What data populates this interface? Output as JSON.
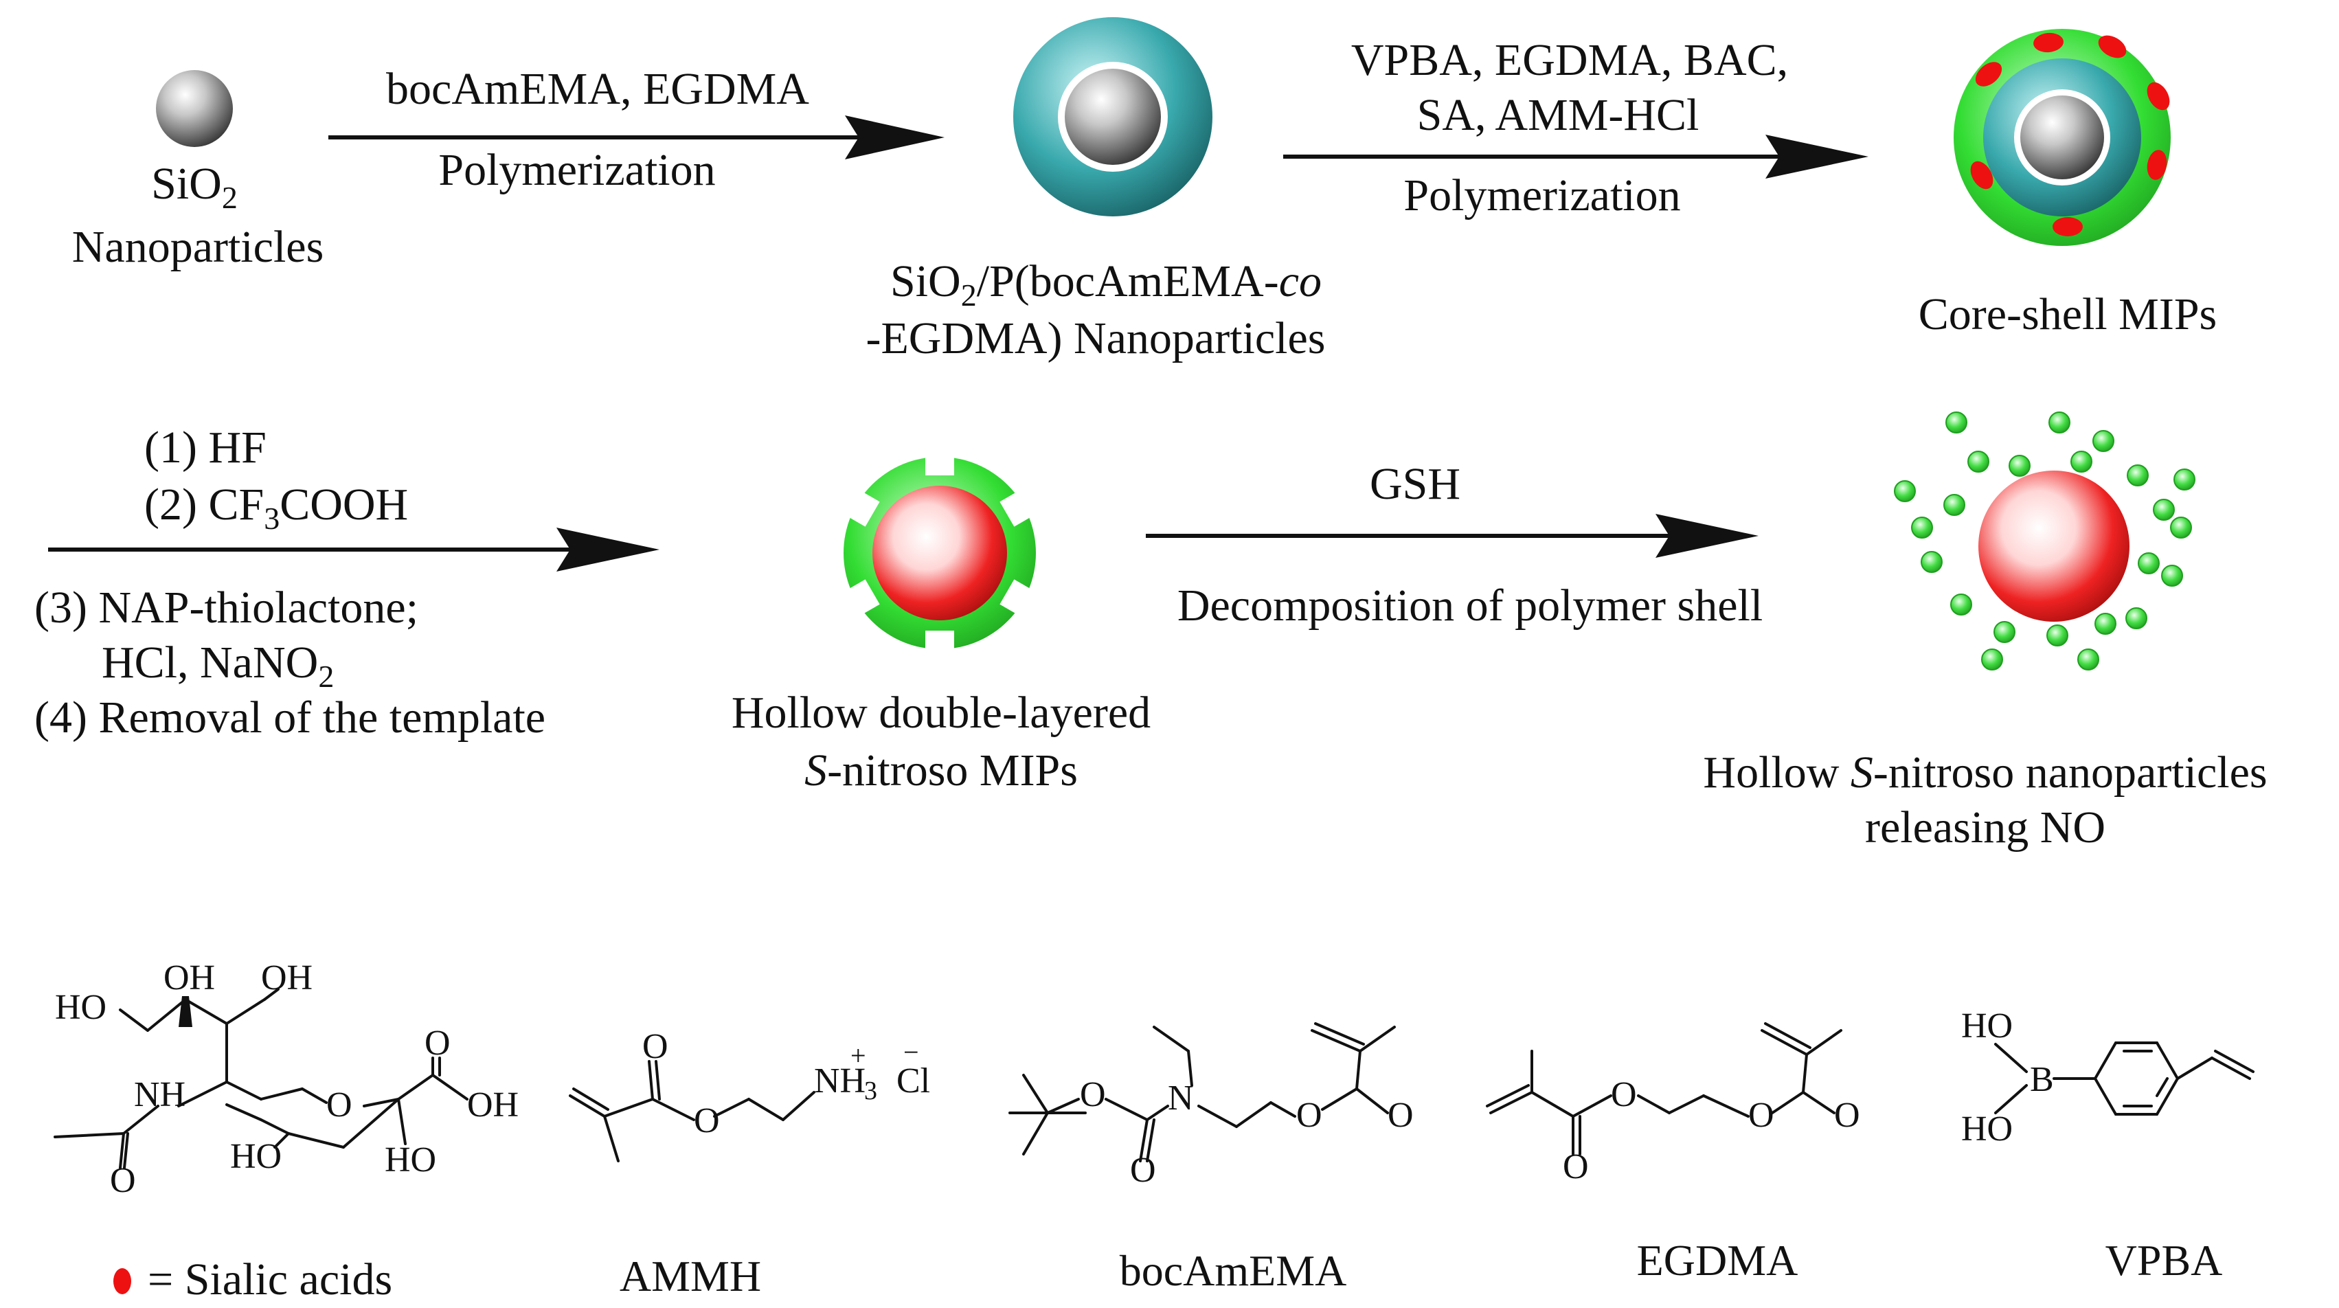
{
  "colors": {
    "silica_core": "#8a8a8a",
    "primary_shell": "#2f9ea3",
    "imprinted_shell": "#33dd33",
    "sialic_acid_marker": "#ee1111",
    "hollow_core_red": "#ee2222",
    "no_dots": "#33cc33"
  },
  "step1": {
    "start_label_prefix": "SiO",
    "start_label_sub": "2",
    "start_label_line2": "Nanoparticles",
    "reagents": "bocAmEMA, EGDMA",
    "process": "Polymerization"
  },
  "step2": {
    "product_line1_a": "SiO",
    "product_line1_sub": "2",
    "product_line1_b": "/P(bocAmEMA-",
    "product_line1_italic": "co",
    "product_line2": "-EGDMA) Nanoparticles",
    "reagents_line1": "VPBA, EGDMA, BAC,",
    "reagents_line2": "SA, AMM-HCl",
    "process": "Polymerization"
  },
  "step3": {
    "product": "Core-shell MIPs",
    "cond1": "(1) HF",
    "cond2_a": "(2) CF",
    "cond2_sub": "3",
    "cond2_b": "COOH",
    "cond3": "(3) NAP-thiolactone;",
    "cond3b_a": "HCl, NaNO",
    "cond3b_sub": "2",
    "cond4": "(4) Removal of the template"
  },
  "step4": {
    "product_line1": "Hollow double-layered",
    "product_line2_italic": "S",
    "product_line2_rest": "-nitroso MIPs",
    "reagent": "GSH",
    "process": "Decomposition of polymer shell"
  },
  "step5": {
    "product_line1_a": "Hollow ",
    "product_line1_italic": "S",
    "product_line1_b": "-nitroso nanoparticles",
    "product_line2": "releasing NO"
  },
  "legend": {
    "symbol_text": "= Sialic acids"
  },
  "structures": {
    "sialic": {
      "oh1": "HO",
      "oh2": "OH",
      "oh3": "OH",
      "nh": "NH",
      "ring_o": "O",
      "carbonyl_o": "O",
      "cooh_o": "O",
      "cooh_oh": "OH",
      "ho4": "HO",
      "ho5": "HO",
      "amide_o": "O"
    },
    "ammh": {
      "name": "AMMH",
      "o_carbonyl": "O",
      "o_ester": "O",
      "nh": "NH",
      "nh_sub": "3",
      "plus": "+",
      "cl": "Cl",
      "minus": "−"
    },
    "bocamema": {
      "name": "bocAmEMA",
      "o_boc": "O",
      "o_boc_co": "O",
      "n": "N",
      "o_ester": "O",
      "o_co": "O"
    },
    "egdma": {
      "name": "EGDMA",
      "o_co_left": "O",
      "o_ester_left": "O",
      "o_ester_right": "O",
      "o_co_right": "O"
    },
    "vpba": {
      "name": "VPBA",
      "ho_top": "HO",
      "b": "B",
      "ho_bottom": "HO"
    }
  }
}
